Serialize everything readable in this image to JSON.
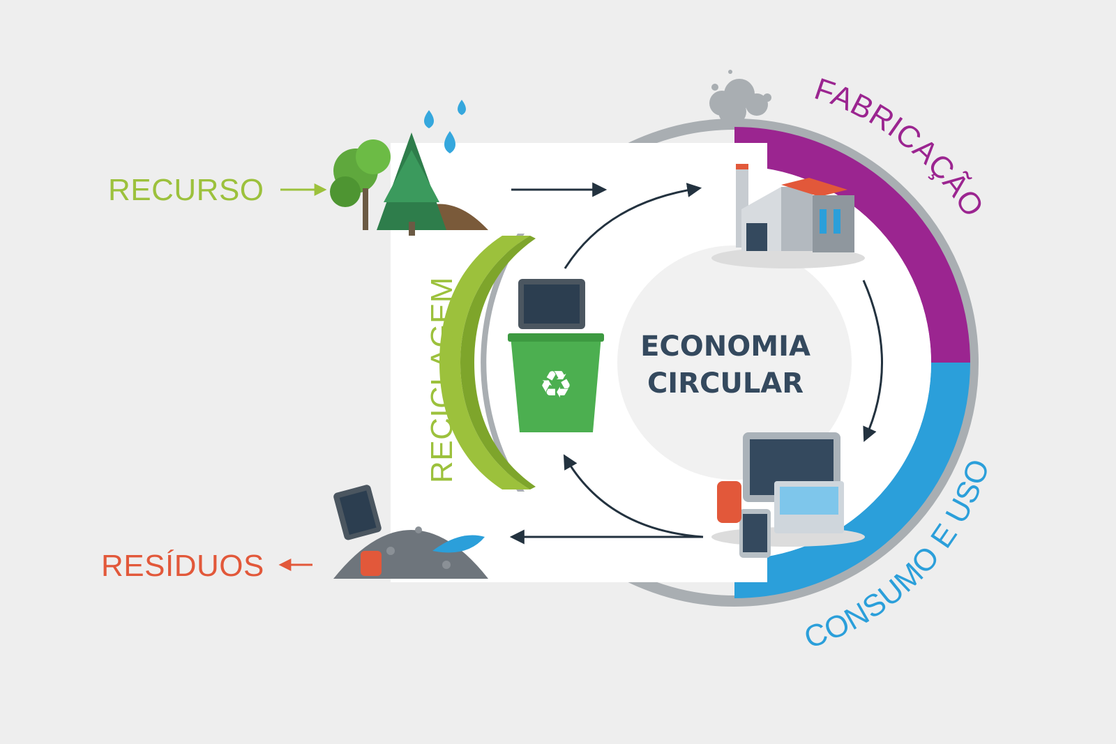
{
  "center": {
    "line1": "ECONOMIA",
    "line2": "CIRCULAR"
  },
  "stages": {
    "fabricacao": "FABRICAÇÃO",
    "consumo": "CONSUMO E USO",
    "reciclagem": "RECICLAGEM"
  },
  "inputs": {
    "recurso": "RECURSO",
    "residuos": "RESÍDUOS"
  },
  "colors": {
    "fabricacao": "#9b2590",
    "consumo": "#2b9fda",
    "reciclagem": "#9cc13c",
    "recurso": "#9cc13c",
    "residuos": "#e2583a",
    "center_text": "#34495e",
    "arrows": "#23323f",
    "background": "#eeeeee"
  },
  "icons": [
    "trees-icon",
    "water-drops-icon",
    "factory-icon",
    "smoke-icon",
    "devices-icon",
    "recycle-bin-icon",
    "waste-pile-icon"
  ]
}
